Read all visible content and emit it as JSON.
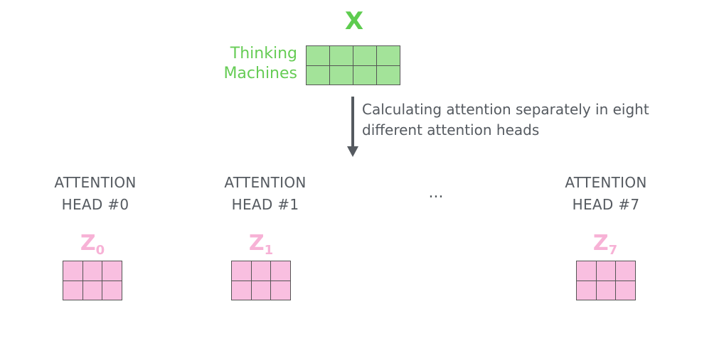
{
  "input": {
    "title": "X",
    "words": [
      "Thinking",
      "Machines"
    ],
    "rows": 2,
    "cols": 4,
    "color": "#a3e399"
  },
  "description": "Calculating attention separately in eight different attention heads",
  "heads": [
    {
      "title_line1": "ATTENTION",
      "title_line2": "HEAD #0",
      "z_letter": "Z",
      "z_sub": "0"
    },
    {
      "title_line1": "ATTENTION",
      "title_line2": "HEAD #1",
      "z_letter": "Z",
      "z_sub": "1"
    },
    {
      "title_line1": "ATTENTION",
      "title_line2": "HEAD #7",
      "z_letter": "Z",
      "z_sub": "7"
    }
  ],
  "ellipsis": "...",
  "z_matrix": {
    "rows": 2,
    "cols": 3,
    "color": "#f9bfe0"
  }
}
